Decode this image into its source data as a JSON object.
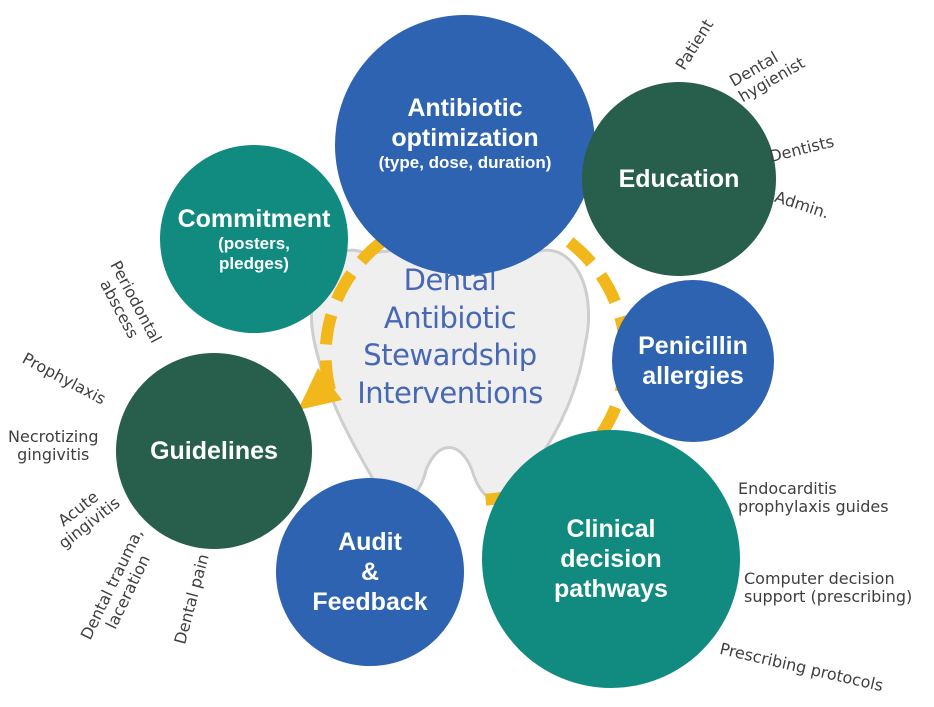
{
  "center": {
    "line1": "Dental",
    "line2": "Antibiotic",
    "line3": "Stewardship",
    "line4": "Interventions"
  },
  "nodes": {
    "antibiotic_optimization": {
      "line1": "Antibiotic",
      "line2": "optimization",
      "line3": "(type, dose, duration)",
      "color": "#2d63b0"
    },
    "education": {
      "line1": "Education",
      "color": "#275f4c"
    },
    "commitment": {
      "line1": "Commitment",
      "line2": "(posters,",
      "line3": "pledges)",
      "color": "#118a80"
    },
    "penicillin_allergies": {
      "line1": "Penicillin",
      "line2": "allergies",
      "color": "#2d63b0"
    },
    "guidelines": {
      "line1": "Guidelines",
      "color": "#275f4c"
    },
    "audit_feedback": {
      "line1": "Audit",
      "line2": "&",
      "line3": "Feedback",
      "color": "#2d63b0"
    },
    "clinical_decision_pathways": {
      "line1": "Clinical",
      "line2": "decision",
      "line3": "pathways",
      "color": "#118a80"
    }
  },
  "education_labels": {
    "patient": "Patient",
    "dental_hygienist_1": "Dental",
    "dental_hygienist_2": "hygienist",
    "dentists": "Dentists",
    "admin": "Admin."
  },
  "guideline_labels": {
    "periodontal_1": "Periodontal",
    "periodontal_2": "abscess",
    "prophylaxis": "Prophylaxis",
    "necrotizing_1": "Necrotizing",
    "necrotizing_2": "gingivitis",
    "acute_1": "Acute",
    "acute_2": "gingivitis",
    "trauma_1": "Dental trauma,",
    "trauma_2": "laceration",
    "pain": "Dental pain"
  },
  "pathway_labels": {
    "endocarditis_1": "Endocarditis",
    "endocarditis_2": "prophylaxis guides",
    "computer_1": "Computer decision",
    "computer_2": "support (prescribing)",
    "protocols": "Prescribing protocols"
  },
  "colors": {
    "dashed_ring": "#f2b71b",
    "tooth_fill": "#eeeeee",
    "tooth_stroke": "#c9c9c9",
    "center_text": "#4768b5",
    "label_text": "#3f3f3f"
  }
}
